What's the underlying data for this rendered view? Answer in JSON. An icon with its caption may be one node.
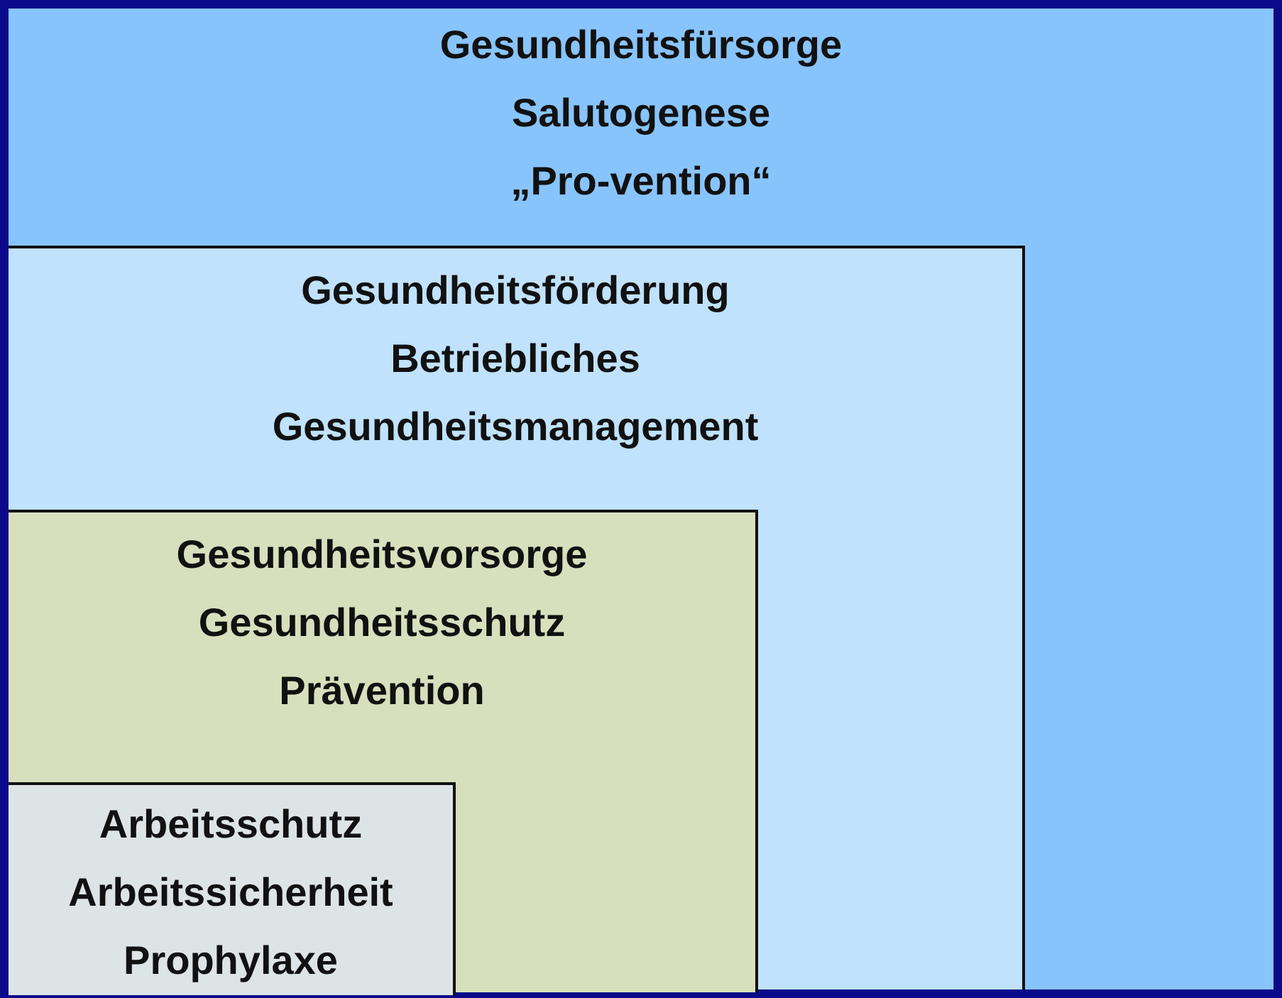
{
  "diagram": {
    "nodes": [
      {
        "text": [
          "Gesundheitsfürsorge",
          "Salutogenese",
          "„Pro-vention“"
        ]
      },
      {
        "text": [
          "Gesundheitsförderung",
          "Betriebliches Gesundheitsmanagement"
        ],
        "in": 0
      },
      {
        "text": [
          "Gesundheitsvorsorge",
          "Gesundheitsschutz",
          "Prävention"
        ],
        "in": 1
      },
      {
        "text": [
          "Arbeitsschutz",
          "Arbeitssicherheit",
          "Prophylaxe"
        ],
        "in": 2
      }
    ]
  }
}
